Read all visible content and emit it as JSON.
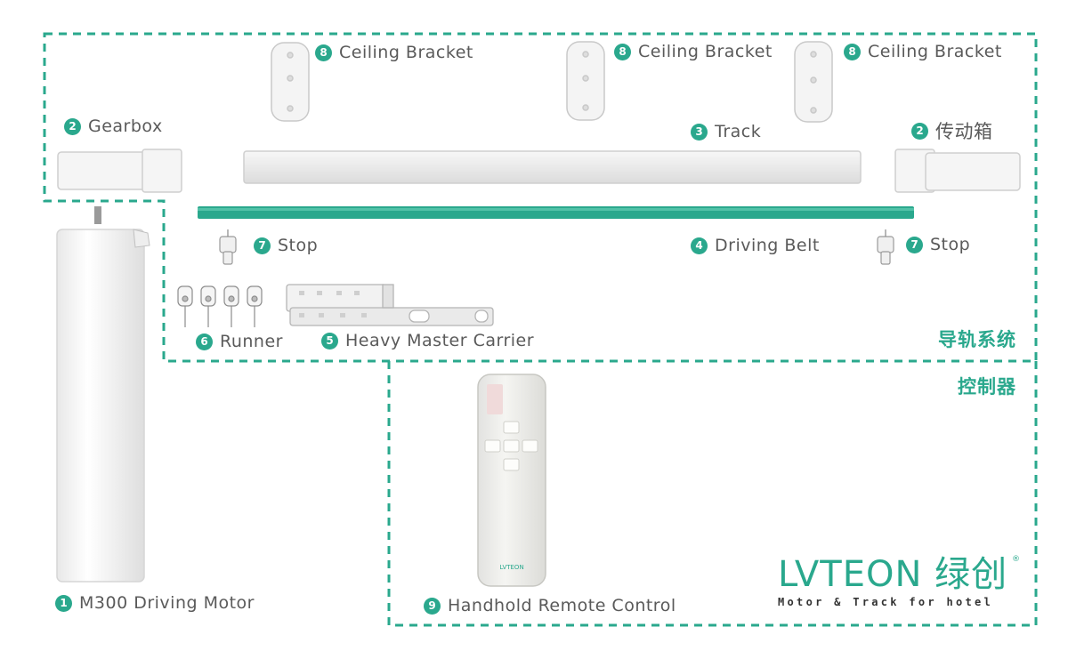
{
  "components": {
    "motor": {
      "num": "1",
      "label": "M300 Driving Motor"
    },
    "gearbox_left": {
      "num": "2",
      "label": "Gearbox"
    },
    "gearbox_right": {
      "num": "2",
      "label": "传动箱"
    },
    "track": {
      "num": "3",
      "label": "Track"
    },
    "driving_belt": {
      "num": "4",
      "label": "Driving Belt"
    },
    "master_carrier": {
      "num": "5",
      "label": "Heavy Master Carrier"
    },
    "runner": {
      "num": "6",
      "label": "Runner"
    },
    "stop_left": {
      "num": "7",
      "label": "Stop"
    },
    "stop_right": {
      "num": "7",
      "label": "Stop"
    },
    "bracket_1": {
      "num": "8",
      "label": "Ceiling Bracket"
    },
    "bracket_2": {
      "num": "8",
      "label": "Ceiling Bracket"
    },
    "bracket_3": {
      "num": "8",
      "label": "Ceiling Bracket"
    },
    "remote": {
      "num": "9",
      "label": "Handhold Remote Control"
    }
  },
  "sections": {
    "track_system": "导轨系统",
    "controller": "控制器"
  },
  "brand": {
    "name": "LVTEON 绿创",
    "registered": "®",
    "tagline": "Motor & Track for hotel"
  },
  "remote_logo": "LVTEON",
  "colors": {
    "accent": "#2aa88d",
    "belt": "#2aa88d"
  }
}
